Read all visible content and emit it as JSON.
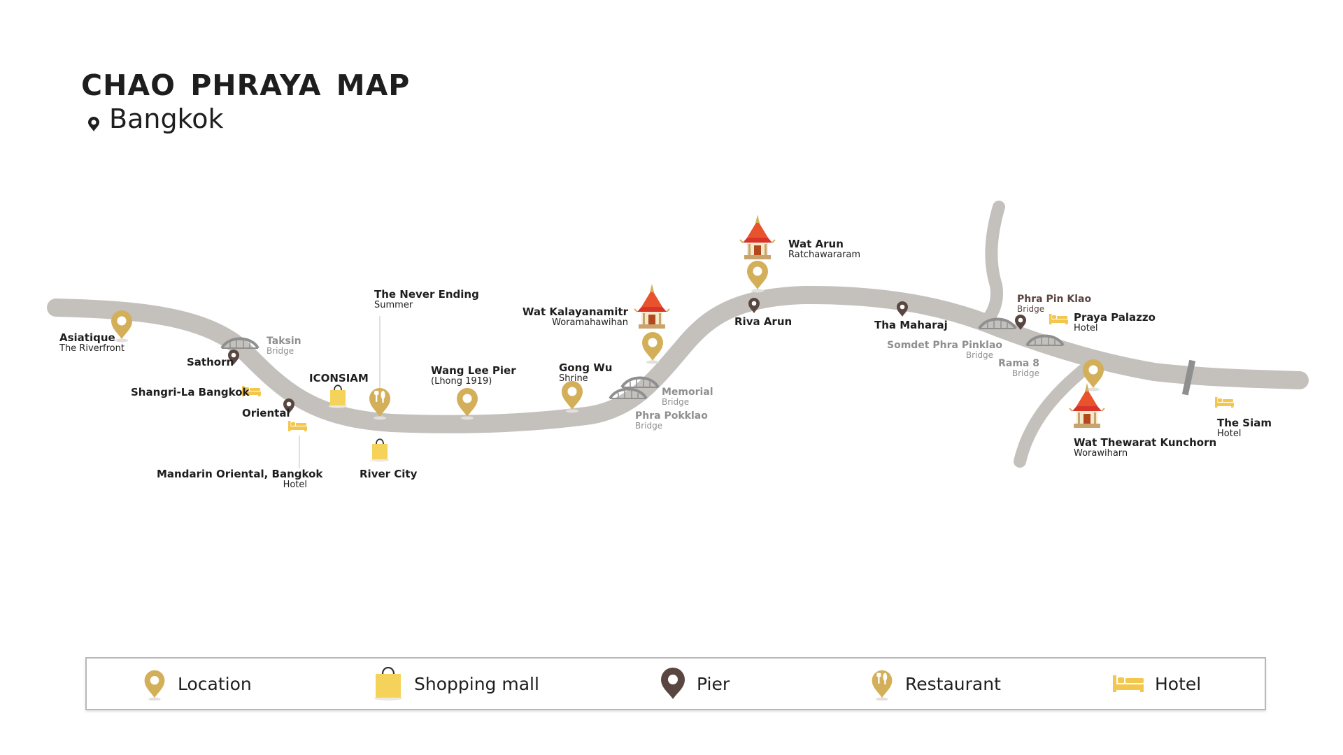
{
  "title": "CHAO PHRAYA MAP",
  "subtitle": "Bangkok",
  "colors": {
    "river": "#c4c1bd",
    "location": "#d4af59",
    "pier": "#5a4640",
    "shopping": "#f5d35b",
    "hotel": "#f3c64d",
    "bridge": "#8f8f8f",
    "temple_roof": "#d9342a"
  },
  "labels": {
    "asiatique": {
      "name": "Asiatique",
      "sub": "The Riverfront"
    },
    "taksin": {
      "name": "Taksin",
      "sub": "Bridge"
    },
    "sathorn": {
      "name": "Sathorn"
    },
    "shangrila": {
      "name": "Shangri-La Bangkok"
    },
    "oriental": {
      "name": "Oriental"
    },
    "mandarin": {
      "name": "Mandarin Oriental, Bangkok",
      "sub": "Hotel"
    },
    "iconsiam": {
      "name": "ICONSIAM"
    },
    "never_ending": {
      "name": "The Never Ending",
      "sub": "Summer"
    },
    "river_city": {
      "name": "River City"
    },
    "wang_lee": {
      "name": "Wang Lee Pier",
      "sub": "(Lhong 1919)"
    },
    "gong_wu": {
      "name": "Gong Wu",
      "sub": "Shrine"
    },
    "wat_kalaya": {
      "name": "Wat Kalayanamitr",
      "sub": "Woramahawihan"
    },
    "memorial": {
      "name": "Memorial",
      "sub": "Bridge"
    },
    "phra_pokklao": {
      "name": "Phra Pokklao",
      "sub": "Bridge"
    },
    "wat_arun": {
      "name": "Wat Arun",
      "sub": "Ratchawararam"
    },
    "riva_arun": {
      "name": "Riva Arun"
    },
    "tha_maharaj": {
      "name": "Tha Maharaj"
    },
    "somdet": {
      "name": "Somdet Phra Pinklao",
      "sub": "Bridge"
    },
    "phra_pin_klao": {
      "name": "Phra Pin Klao",
      "sub": "Bridge"
    },
    "rama8": {
      "name": "Rama 8",
      "sub": "Bridge"
    },
    "praya_palazzo": {
      "name": "Praya Palazzo",
      "sub": "Hotel"
    },
    "wat_thewarat": {
      "name": "Wat Thewarat Kunchorn",
      "sub": "Worawiharn"
    },
    "the_siam": {
      "name": "The Siam",
      "sub": "Hotel"
    }
  },
  "legend": [
    {
      "icon": "location-icon",
      "label": "Location"
    },
    {
      "icon": "shopping-bag-icon",
      "label": "Shopping mall"
    },
    {
      "icon": "pier-icon",
      "label": "Pier"
    },
    {
      "icon": "restaurant-icon",
      "label": "Restaurant"
    },
    {
      "icon": "hotel-icon",
      "label": "Hotel"
    }
  ]
}
